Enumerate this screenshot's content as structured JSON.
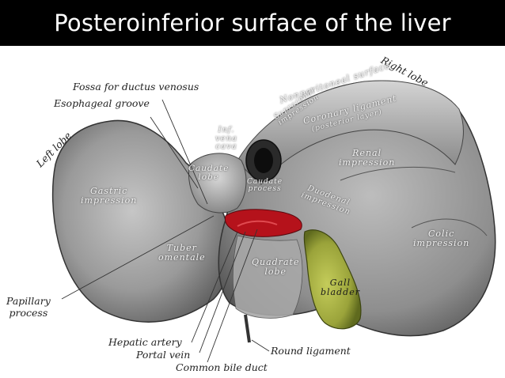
{
  "title": "Posteroinferior surface of the liver",
  "colors": {
    "background": "#ffffff",
    "title_bar": "#000000",
    "title_text": "#ffffff",
    "gall_bladder": "#a3ac3a",
    "vessels": "#b5121b",
    "liver_tone": "#9a9a9a"
  },
  "outer_labels": {
    "right_lobe": "Right lobe",
    "left_lobe": "Left lobe",
    "fossa_ductus_venosus": "Fossa for ductus venosus",
    "esophageal_groove": "Esophageal groove",
    "papillary_process": "Papillary\nprocess",
    "hepatic_artery": "Hepatic artery",
    "portal_vein": "Portal vein",
    "common_bile_duct": "Common bile duct",
    "round_ligament": "Round ligament"
  },
  "inner_labels": {
    "nonperitoneal_surface": "Nonperitoneal surface",
    "coronary_ligament": "Coronary ligament",
    "coronary_ligament_sub": "(posterior layer)",
    "suprarenal_impression": "Suprarenal\nimpression",
    "inf_vena_cava": "Inf.\nvena\ncava",
    "caudate_lobe": "Caudate\nlobe",
    "caudate_process": "Caudate\nprocess",
    "renal_impression": "Renal\nimpression",
    "duodenal_impression": "Duodenal\nimpression",
    "gastric_impression": "Gastric\nimpression",
    "tuber_omentale": "Tuber\nomentale",
    "quadrate_lobe": "Quadrate\nlobe",
    "colic_impression": "Colic\nimpression",
    "gall_bladder": "Gall\nbladder"
  }
}
